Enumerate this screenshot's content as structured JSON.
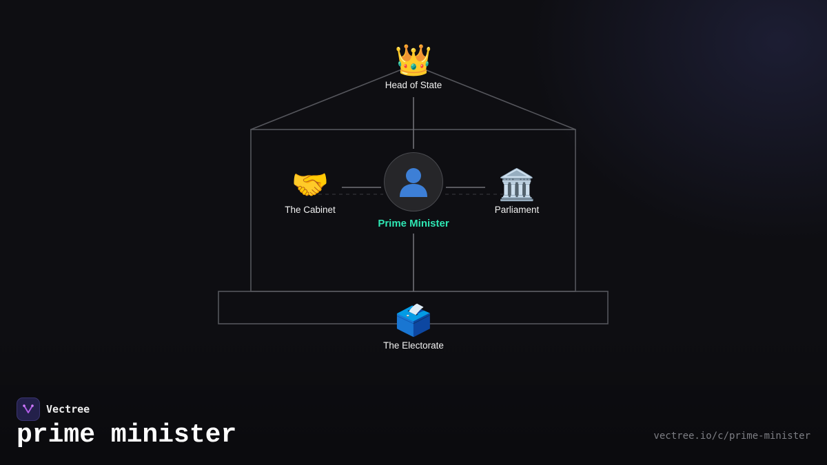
{
  "diagram": {
    "head_of_state": {
      "label": "Head of State",
      "icon": "crown-icon",
      "glyph": "👑"
    },
    "cabinet": {
      "label": "The Cabinet",
      "icon": "handshake-icon",
      "glyph": "🤝"
    },
    "prime_minister": {
      "label": "Prime Minister",
      "icon": "person-icon"
    },
    "parliament": {
      "label": "Parliament",
      "icon": "classical-building-icon",
      "glyph": "🏛️"
    },
    "electorate": {
      "label": "The Electorate",
      "icon": "ballot-box-icon",
      "glyph": "🗳️"
    }
  },
  "colors": {
    "background": "#0e0e12",
    "accent": "#2ee6b3",
    "line": "#55565c"
  },
  "footer": {
    "brand": "Vectree",
    "title": "prime minister",
    "url": "vectree.io/c/prime-minister"
  }
}
